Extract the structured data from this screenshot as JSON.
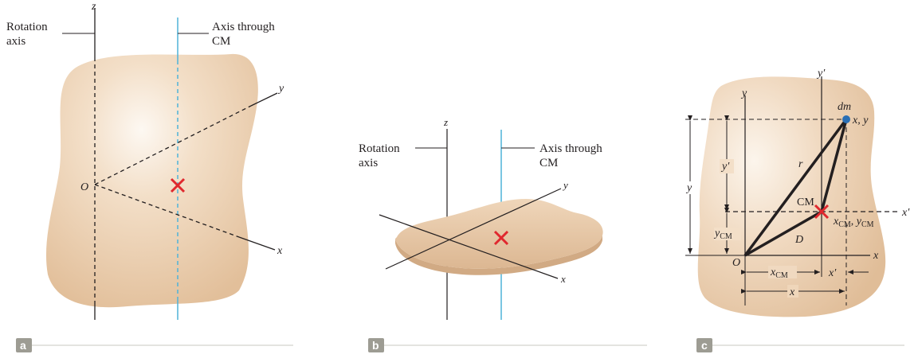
{
  "colors": {
    "body_fill": "#e8c9a8",
    "body_highlight": "#fbf3ea",
    "cm_marker": "#e0282e",
    "cm_axis": "#4fb3d9",
    "ink": "#231f20",
    "badge": "#9d9c93",
    "divider": "#c9c8c0"
  },
  "panel_a": {
    "badge": "a",
    "rotation_axis_label_1": "Rotation",
    "rotation_axis_label_2": "axis",
    "cm_axis_label_1": "Axis through",
    "cm_axis_label_2": "CM",
    "z_label": "z",
    "y_label": "y",
    "x_label": "x",
    "origin_label": "O"
  },
  "panel_b": {
    "badge": "b",
    "rotation_axis_label_1": "Rotation",
    "rotation_axis_label_2": "axis",
    "cm_axis_label_1": "Axis through",
    "cm_axis_label_2": "CM",
    "z_label": "z",
    "y_label": "y",
    "x_label": "x"
  },
  "panel_c": {
    "badge": "c",
    "y_axis_label": "y",
    "y_prime_axis_label": "y′",
    "x_axis_label": "x",
    "x_prime_axis_label": "x′",
    "dm_label": "dm",
    "dm_coords_label": "x, y",
    "r_label": "r",
    "cm_label": "CM",
    "cm_coords_x": "x",
    "cm_coords_x_sub": "CM",
    "cm_coords_sep": ", ",
    "cm_coords_y": "y",
    "cm_coords_y_sub": "CM",
    "d_label": "D",
    "origin_label": "O",
    "dim_y": "y",
    "dim_y_prime": "y′",
    "dim_y_cm": "y",
    "dim_y_cm_sub": "CM",
    "dim_x_cm": "x",
    "dim_x_cm_sub": "CM",
    "dim_x_prime": "x′",
    "dim_x": "x"
  }
}
